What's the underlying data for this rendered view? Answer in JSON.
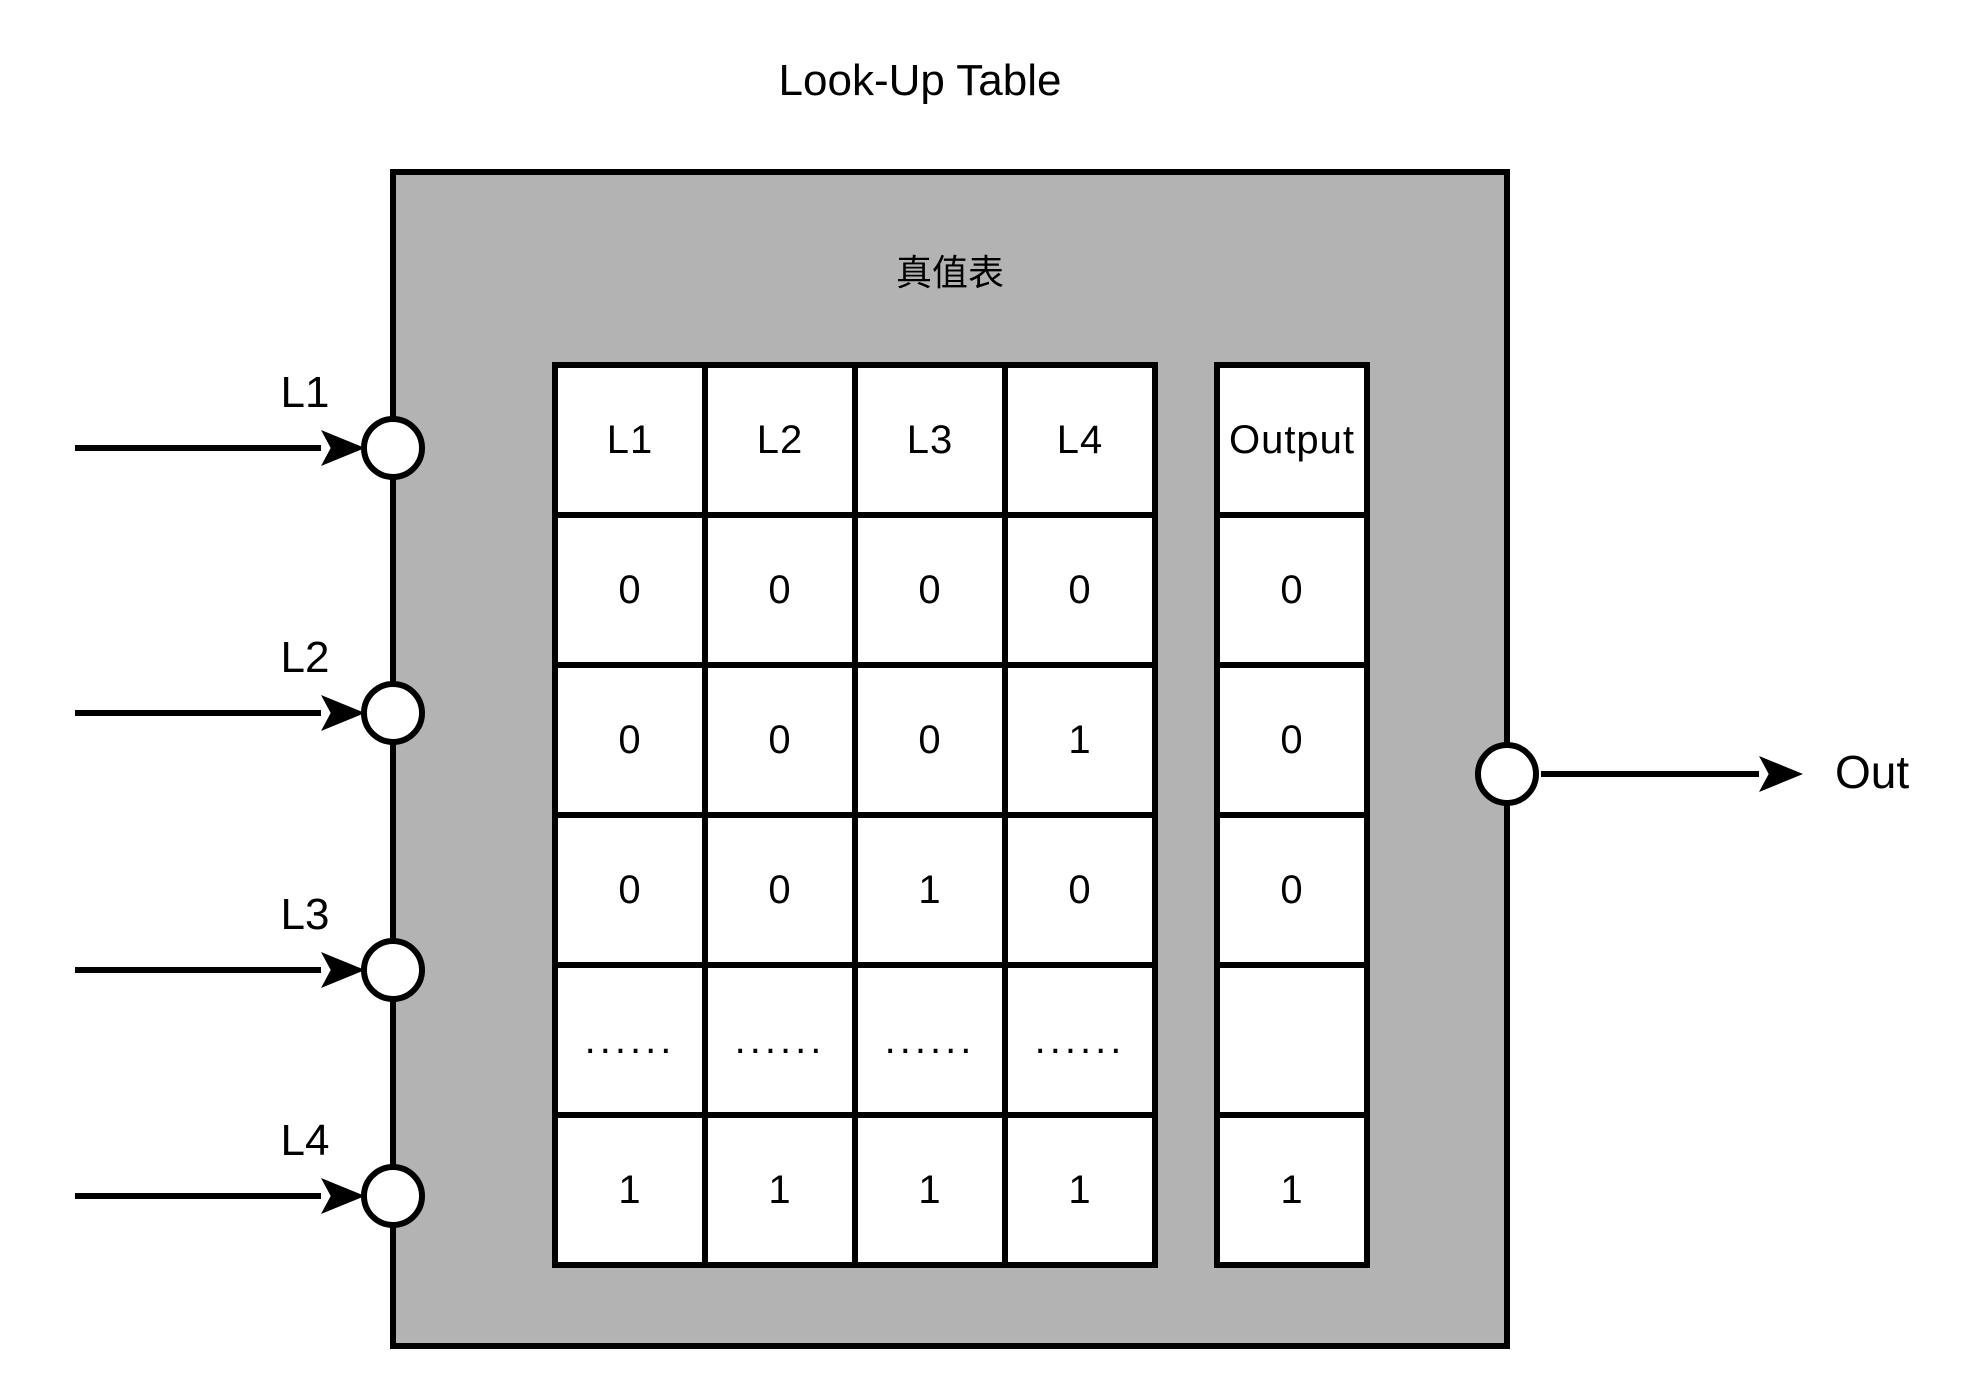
{
  "title": "Look-Up Table",
  "box_label": "真值表",
  "inputs": [
    {
      "label": "L1"
    },
    {
      "label": "L2"
    },
    {
      "label": "L3"
    },
    {
      "label": "L4"
    }
  ],
  "out_label": "Out",
  "truth_table": {
    "headers": [
      "L1",
      "L2",
      "L3",
      "L4"
    ],
    "rows": [
      [
        "0",
        "0",
        "0",
        "0"
      ],
      [
        "0",
        "0",
        "0",
        "1"
      ],
      [
        "0",
        "0",
        "1",
        "0"
      ],
      [
        "......",
        "......",
        "......",
        "......"
      ],
      [
        "1",
        "1",
        "1",
        "1"
      ]
    ]
  },
  "output_column": {
    "header": "Output",
    "values": [
      "0",
      "0",
      "0",
      "",
      "1"
    ]
  },
  "colors": {
    "box_fill": "#b3b3b3",
    "cell_fill": "#ffffff",
    "line": "#000000"
  }
}
